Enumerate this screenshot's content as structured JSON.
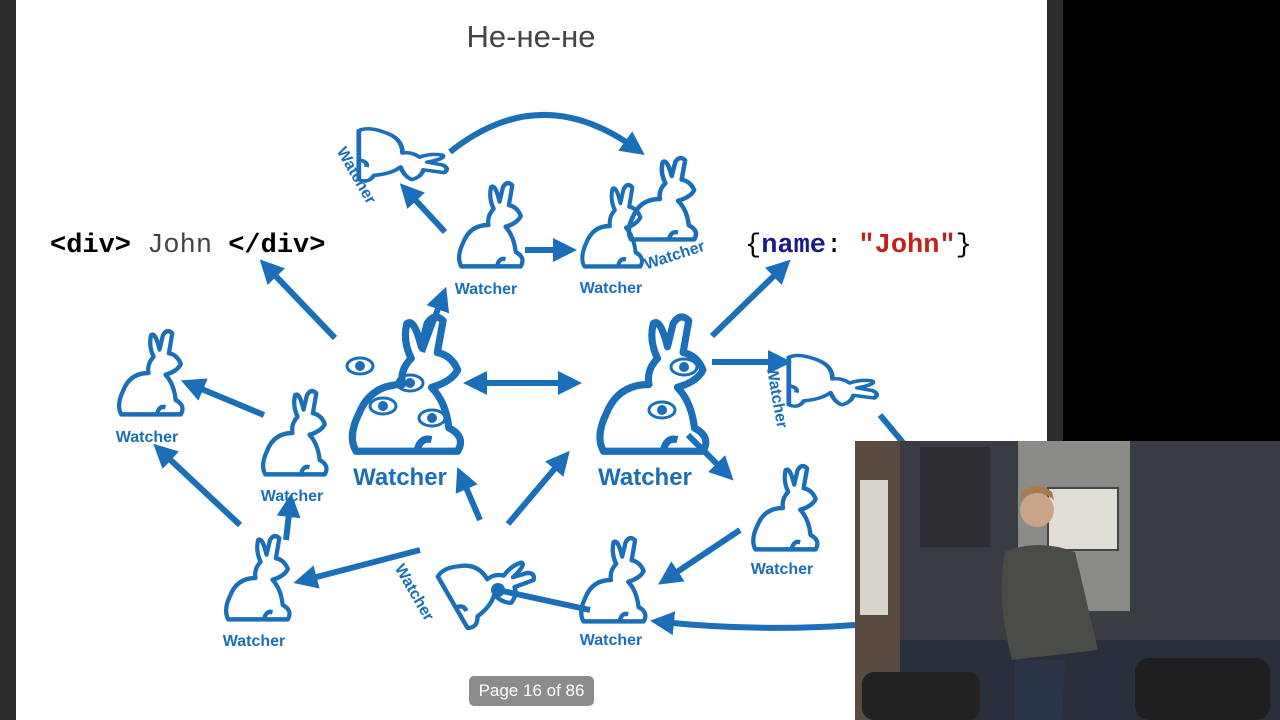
{
  "slide": {
    "title": "Не-не-не",
    "code_left": {
      "open": "<div>",
      "text": "John",
      "close": "</div>"
    },
    "code_right": {
      "brace_open": "{",
      "key": "name",
      "colon": ":",
      "value": "\"John\"",
      "brace_close": "}"
    },
    "watcher_labels": [
      "Watcher",
      "Watcher",
      "Watcher",
      "Watcher",
      "Watcher",
      "Watcher",
      "Watcher",
      "Watcher",
      "Watcher",
      "Watcher",
      "Watcher",
      "Watcher",
      "Watcher"
    ]
  },
  "viewer": {
    "page_indicator": "Page 16 of 86"
  },
  "colors": {
    "accent": "#1a6fb8",
    "code_key": "#1a1a8c",
    "code_value": "#c0221a"
  }
}
